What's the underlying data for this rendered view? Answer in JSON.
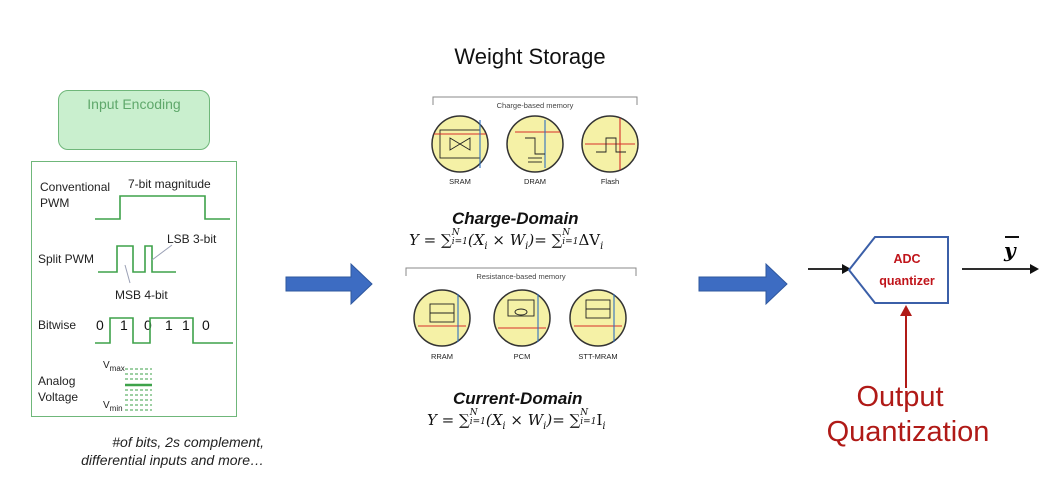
{
  "title": "Weight Storage",
  "input_encoding": {
    "header": "Input Encoding",
    "conventional_label_1": "Conventional",
    "conventional_label_2": "PWM",
    "magnitude_label": "7-bit magnitude",
    "split_label": "Split PWM",
    "lsb_label": "LSB 3-bit",
    "msb_label": "MSB 4-bit",
    "bitwise_label": "Bitwise",
    "bits": [
      "0",
      "1",
      "0",
      "1",
      "1",
      "0"
    ],
    "analog_label_1": "Analog",
    "analog_label_2": "Voltage",
    "vmax_base": "V",
    "vmax_sub": "max",
    "vmin_base": "V",
    "vmin_sub": "min",
    "note_line1": "#of bits, 2s complement,",
    "note_line2": "differential inputs and more…"
  },
  "charge_memory": {
    "title": "Charge-based memory",
    "cells": [
      "SRAM",
      "DRAM",
      "Flash"
    ]
  },
  "charge_domain": {
    "label": "Charge-Domain",
    "equation_lhs": "Y = ",
    "equation_mid": "(X",
    "equation_mid2": " × W",
    "equation_end": ")= ",
    "equation_term": "ΔV"
  },
  "resistance_memory": {
    "title": "Resistance-based memory",
    "cells": [
      "RRAM",
      "PCM",
      "STT-MRAM"
    ]
  },
  "current_domain": {
    "label": "Current-Domain",
    "equation_term": "I"
  },
  "sum": {
    "symbol": "∑",
    "upper": "N",
    "lower": "i=1",
    "index": "i"
  },
  "adc": {
    "line1": "ADC",
    "line2": "quantizer",
    "output": "y"
  },
  "output_quantization": {
    "line1": "Output",
    "line2": "Quantization"
  },
  "colors": {
    "encoding_green": "#6fb77a",
    "signal_green": "#3ea24a",
    "arrow_blue": "#3d6cc2",
    "adc_border": "#3b5fa8",
    "quant_red": "#b01a17",
    "cell_fill": "#f5f1a6"
  }
}
